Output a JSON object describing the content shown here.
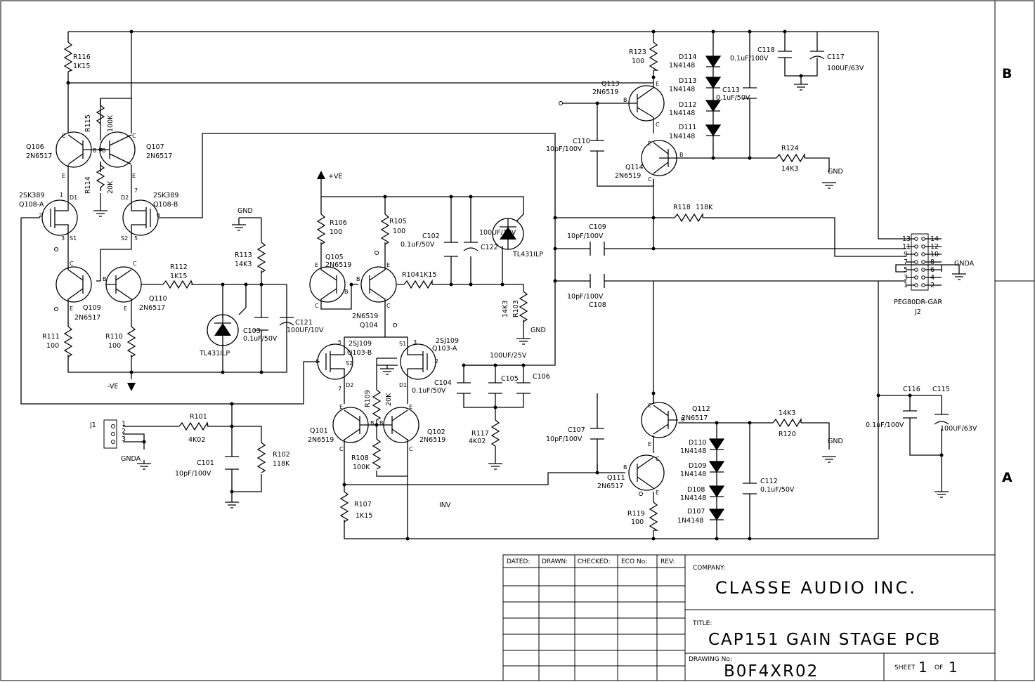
{
  "zones": {
    "b": "B",
    "a": "A"
  },
  "supply": {
    "pos": "+VE",
    "neg": "-VE"
  },
  "grounds": {
    "gnd": "GND",
    "gnda": "GNDA"
  },
  "transistors": [
    {
      "ref": "Q106",
      "part": "2N6517"
    },
    {
      "ref": "Q107",
      "part": "2N6517"
    },
    {
      "ref": "Q108-A",
      "part": "2SK389"
    },
    {
      "ref": "Q108-B",
      "part": "2SK389"
    },
    {
      "ref": "Q109",
      "part": "2N6517"
    },
    {
      "ref": "Q110",
      "part": "2N6517"
    },
    {
      "ref": "Q105",
      "part": "2N6519"
    },
    {
      "ref": "Q104",
      "part": "2N6519"
    },
    {
      "ref": "Q103-B",
      "part": "2SJ109"
    },
    {
      "ref": "Q103-A",
      "part": "2SJ109"
    },
    {
      "ref": "Q101",
      "part": "2N6519"
    },
    {
      "ref": "Q102",
      "part": "2N6519"
    },
    {
      "ref": "Q113",
      "part": "2N6519"
    },
    {
      "ref": "Q114",
      "part": "2N6519"
    },
    {
      "ref": "Q112",
      "part": "2N6517"
    },
    {
      "ref": "Q111",
      "part": "2N6517"
    }
  ],
  "resistors": [
    {
      "ref": "R116",
      "value": "1K15"
    },
    {
      "ref": "R115",
      "value": "100K"
    },
    {
      "ref": "R114",
      "value": "20K"
    },
    {
      "ref": "R113",
      "value": "14K3"
    },
    {
      "ref": "R112",
      "value": "1K15"
    },
    {
      "ref": "R111",
      "value": "100"
    },
    {
      "ref": "R110",
      "value": "100"
    },
    {
      "ref": "R106",
      "value": "100"
    },
    {
      "ref": "R105",
      "value": "100"
    },
    {
      "ref": "R104",
      "value": "1K15"
    },
    {
      "ref": "R103",
      "value": "14K3"
    },
    {
      "ref": "R109",
      "value": "20K"
    },
    {
      "ref": "R108",
      "value": "100K"
    },
    {
      "ref": "R107",
      "value": "1K15"
    },
    {
      "ref": "R117",
      "value": "4K02"
    },
    {
      "ref": "R101",
      "value": "4K02"
    },
    {
      "ref": "R102",
      "value": "118K"
    },
    {
      "ref": "R123",
      "value": "100"
    },
    {
      "ref": "R124",
      "value": "14K3"
    },
    {
      "ref": "R118",
      "value": "118K"
    },
    {
      "ref": "R120",
      "value": "14K3"
    },
    {
      "ref": "R119",
      "value": "100"
    }
  ],
  "capacitors": [
    {
      "ref": "C102",
      "value": "0.1uF/50V"
    },
    {
      "ref": "C122",
      "value": "100UF/10V"
    },
    {
      "ref": "C103",
      "value": "0.1uF/50V"
    },
    {
      "ref": "C121",
      "value": "100UF/10V"
    },
    {
      "ref": "C104",
      "value": "0.1uF/50V"
    },
    {
      "ref": "C105",
      "value": "100UF/25V"
    },
    {
      "ref": "C106",
      "value": ""
    },
    {
      "ref": "C101",
      "value": "10pF/100V"
    },
    {
      "ref": "C118",
      "value": "0.1uF/100V"
    },
    {
      "ref": "C117",
      "value": "100UF/63V"
    },
    {
      "ref": "C113",
      "value": "0.1uF/50V"
    },
    {
      "ref": "C110",
      "value": "10pF/100V"
    },
    {
      "ref": "C109",
      "value": "10pF/100V"
    },
    {
      "ref": "C108",
      "value": "10pF/100V"
    },
    {
      "ref": "C107",
      "value": "10pF/100V"
    },
    {
      "ref": "C112",
      "value": "0.1uF/50V"
    },
    {
      "ref": "C116",
      "value": "0.1uF/100V"
    },
    {
      "ref": "C115",
      "value": "100UF/63V"
    }
  ],
  "diodes": [
    {
      "ref": "D114",
      "part": "1N4148"
    },
    {
      "ref": "D113",
      "part": "1N4148"
    },
    {
      "ref": "D112",
      "part": "1N4148"
    },
    {
      "ref": "D111",
      "part": "1N4148"
    },
    {
      "ref": "D110",
      "part": "1N4148"
    },
    {
      "ref": "D109",
      "part": "1N4148"
    },
    {
      "ref": "D108",
      "part": "1N4148"
    },
    {
      "ref": "D107",
      "part": "1N4148"
    }
  ],
  "regulators": [
    {
      "part": "TL431ILP"
    },
    {
      "part": "TL431ILP"
    }
  ],
  "connectors": {
    "j1": {
      "ref": "J1",
      "pins": [
        "1",
        "2",
        "3"
      ]
    },
    "j2": {
      "ref": "J2",
      "part": "PEG80DR-GAR",
      "pins_left": [
        "13",
        "11",
        "9",
        "7",
        "5",
        "3",
        "1"
      ],
      "pins_right": [
        "14",
        "12",
        "10",
        "8",
        "6",
        "4",
        "2"
      ]
    }
  },
  "net_labels": {
    "inv": "INV"
  },
  "title_block": {
    "headers": [
      "DATED:",
      "DRAWN:",
      "CHECKED:",
      "ECO No:",
      "REV:"
    ],
    "company_label": "COMPANY:",
    "company": "CLASSE AUDIO INC.",
    "title_label": "TITLE:",
    "title": "CAP151 GAIN STAGE PCB",
    "drawing_label": "DRAWING No:",
    "drawing_no": "B0F4XR02",
    "sheet_label": "SHEET",
    "sheet_no": "1",
    "of_label": "OF",
    "sheet_total": "1"
  }
}
